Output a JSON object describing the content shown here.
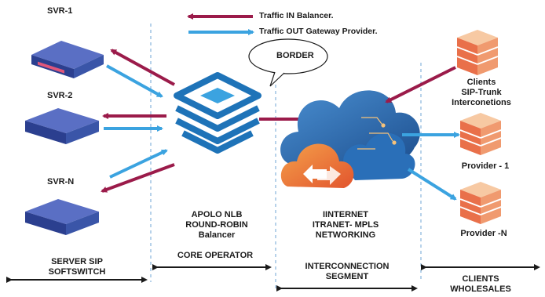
{
  "legend": {
    "in_label": "Traffic IN Balancer.",
    "out_label": "Traffic OUT Gateway Provider.",
    "in_color": "#9b1b4a",
    "out_color": "#3ba3e0"
  },
  "servers": [
    {
      "label": "SVR-1",
      "icon": "server-icon"
    },
    {
      "label": "SVR-2",
      "icon": "server-icon"
    },
    {
      "label": "SVR-N",
      "icon": "server-icon"
    }
  ],
  "balancer": {
    "icon": "stacked-layers-icon",
    "line1": "APOLO NLB",
    "line2": "ROUND-ROBIN",
    "line3": "Balancer"
  },
  "cloud": {
    "icon": "cloud-network-icon",
    "line1": "IINTERNET",
    "line2": "ITRANET- MPLS",
    "line3": "NETWORKING"
  },
  "border_bubble": "BORDER",
  "clients": [
    {
      "lines": [
        "Clients",
        "SIP-Trunk",
        "Interconetions"
      ],
      "icon": "stack-icon"
    },
    {
      "lines": [
        "Provider - 1"
      ],
      "icon": "stack-icon"
    },
    {
      "lines": [
        "Provider -N"
      ],
      "icon": "stack-icon"
    }
  ],
  "segments": {
    "server": [
      "SERVER SIP",
      "SOFTSWITCH"
    ],
    "core": "CORE OPERATOR",
    "interconnection": [
      "INTERCONNECTION",
      "SEGMENT"
    ],
    "clients": [
      "CLIENTS",
      "WHOLESALES"
    ]
  }
}
